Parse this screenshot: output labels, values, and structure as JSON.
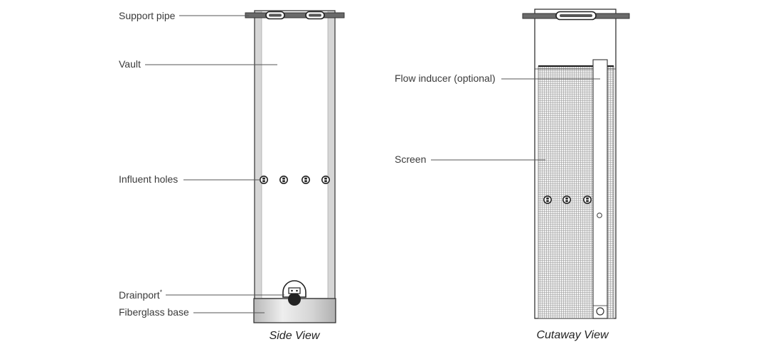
{
  "side_view": {
    "caption": "Side View",
    "labels": {
      "support_pipe": "Support pipe",
      "vault": "Vault",
      "influent_holes": "Influent holes",
      "drainport": "Drainport",
      "drainport_mark": "*",
      "fiberglass_base": "Fiberglass base"
    }
  },
  "cutaway_view": {
    "caption": "Cutaway View",
    "labels": {
      "flow_inducer": "Flow inducer (optional)",
      "screen": "Screen"
    }
  },
  "colors": {
    "outline": "#333333",
    "wall_gray": "#d4d4d4",
    "base_gray": "#cfcfcf",
    "screen_mesh": "#8a8a8a",
    "pipe": "#555555"
  }
}
